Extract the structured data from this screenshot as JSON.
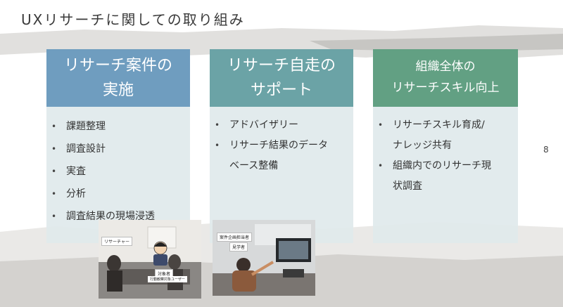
{
  "slide": {
    "title": "UXリサーチに関しての取り組み",
    "page_number": "8"
  },
  "cards": [
    {
      "header_lines": [
        "リサーチ案件の",
        "実施"
      ],
      "header_color": "#6f9dbf",
      "items": [
        "課題整理",
        "調査設計",
        "実査",
        "分析",
        "調査結果の現場浸透"
      ]
    },
    {
      "header_lines": [
        "リサーチ自走の",
        "サポート"
      ],
      "header_color": "#6ba3a6",
      "items": [
        "アドバイザリー",
        "リサーチ結果のデータ",
        "ベース整備"
      ]
    },
    {
      "header_lines": [
        "組織全体の",
        "リサーチスキル向上"
      ],
      "header_color": "#62a083",
      "items": [
        "リサーチスキル育成/",
        "ナレッジ共有",
        "組織内でのリサーチ現",
        "状調査"
      ]
    }
  ],
  "photos": [
    {
      "labels": [
        "リサーチャー",
        "対象者",
        "行動観察対象ユーザー"
      ]
    },
    {
      "labels": [
        "案件企画担当者",
        "見学者"
      ]
    }
  ]
}
